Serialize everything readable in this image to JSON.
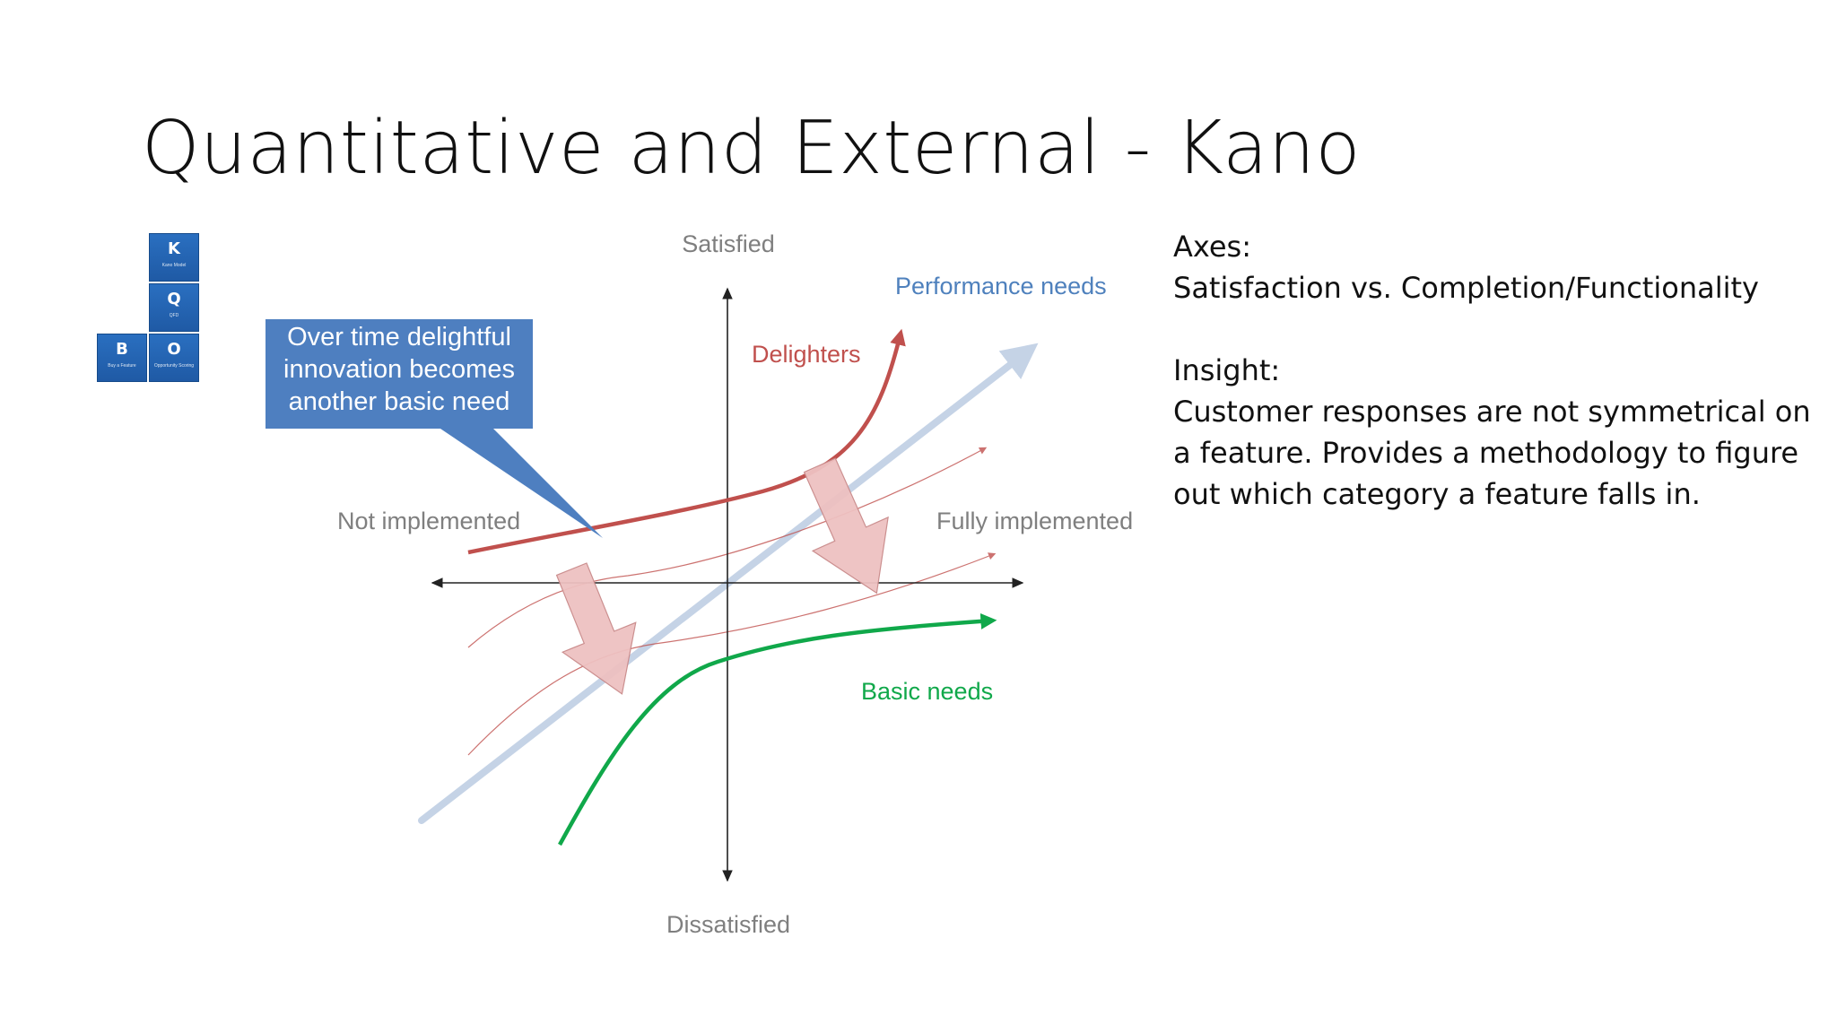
{
  "slide": {
    "title": "Quantitative and External  - Kano"
  },
  "logo": {
    "tiles": [
      {
        "letter": "K",
        "caption": "Kano Model"
      },
      {
        "letter": "Q",
        "caption": "QFD"
      },
      {
        "letter": "B",
        "caption": "Buy a Feature"
      },
      {
        "letter": "O",
        "caption": "Opportunity Scoring"
      }
    ],
    "colors": {
      "tile": "#2466b5"
    }
  },
  "diagram": {
    "axes": {
      "top": "Satisfied",
      "bottom": "Dissatisfied",
      "left": "Not implemented",
      "right": "Fully implemented"
    },
    "curves": {
      "performance": "Performance needs",
      "delighters": "Delighters",
      "basic": "Basic needs"
    },
    "callout": {
      "lines": [
        "Over time delightful",
        "innovation becomes",
        "another basic need"
      ]
    },
    "colors": {
      "axis": "#222222",
      "axis_label": "#7f7f7f",
      "performance": "#c5d3e6",
      "performance_label": "#4f81bd",
      "delighters": "#c0504d",
      "basic": "#10a84a",
      "callout": "#4e7fc0",
      "shift_arrow": "#eec1c1",
      "shift_arrow_border": "#c98a8a"
    }
  },
  "notes": {
    "axes_heading": "Axes:",
    "axes_text": "Satisfaction vs. Completion/Functionality",
    "insight_heading": "Insight:",
    "insight_lines": [
      "Customer responses are not symmetrical on",
      "a feature. Provides a methodology to figure",
      "out which category a feature falls in."
    ]
  }
}
